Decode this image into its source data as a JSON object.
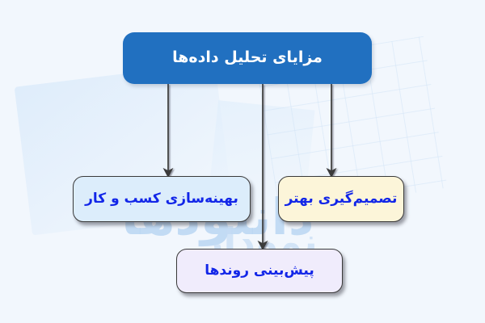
{
  "diagram": {
    "type": "flowchart",
    "direction": "rtl",
    "background_color": "#f2f7fd",
    "title_text": "مزایای تحلیل داده‌ها",
    "watermark": {
      "text_1": "دانلودها",
      "text_2": "نمودار"
    },
    "root": {
      "id": "root",
      "label": "مزایای تحلیل داده‌ها",
      "fill": "#2170c0",
      "text_color": "#ffffff"
    },
    "children": [
      {
        "id": "child-optimization",
        "label": "بهینه‌سازی کسب و کار",
        "fill": "#dcedfb",
        "text_color": "#1226e8",
        "border_color": "#3a3a3a"
      },
      {
        "id": "child-decision",
        "label": "تصمیم‌گیری بهتر",
        "fill": "#fcf5d9",
        "text_color": "#1226e8",
        "border_color": "#3a3a3a"
      },
      {
        "id": "child-forecast",
        "label": "پیش‌بینی روندها",
        "fill": "#f0ecfc",
        "text_color": "#1226e8",
        "border_color": "#3a3a3a"
      }
    ],
    "edges": [
      {
        "from": "root",
        "to": "child-optimization",
        "style": "arrow",
        "color": "#3a3a3a"
      },
      {
        "from": "root",
        "to": "child-forecast",
        "style": "arrow",
        "color": "#3a3a3a"
      },
      {
        "from": "root",
        "to": "child-decision",
        "style": "arrow",
        "color": "#3a3a3a"
      }
    ]
  }
}
